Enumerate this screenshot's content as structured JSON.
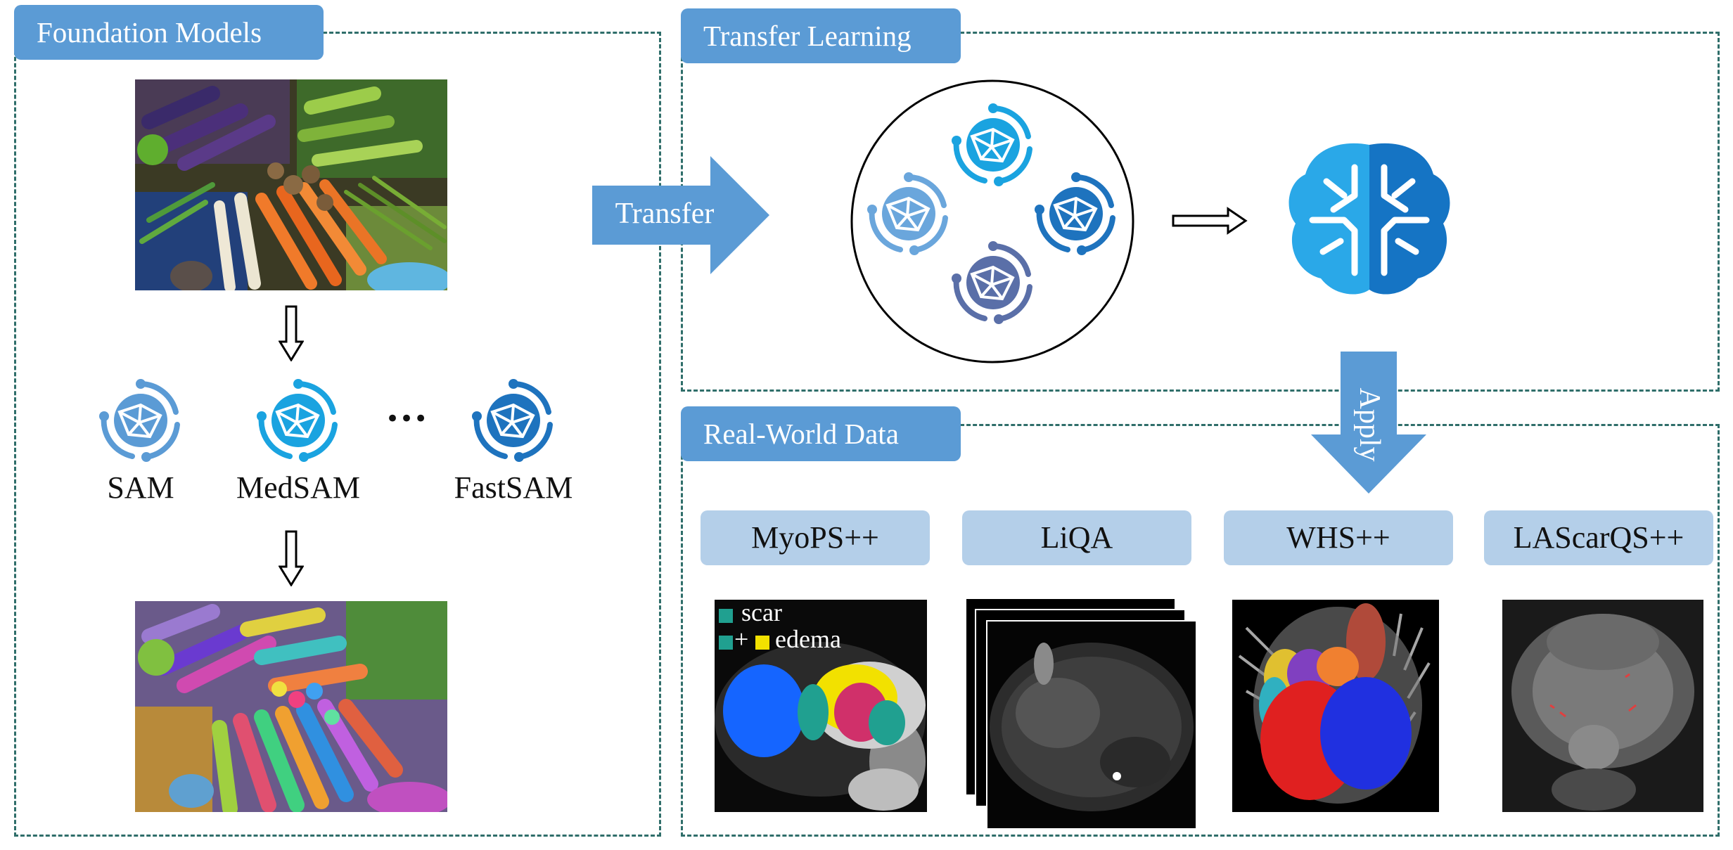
{
  "panels": {
    "foundation": {
      "title": "Foundation Models"
    },
    "transfer_learning": {
      "title": "Transfer Learning"
    },
    "real_world": {
      "title": "Real-World Data"
    }
  },
  "models": [
    {
      "label": "SAM",
      "icon": "network-globe-icon",
      "color": "#5b9bd5"
    },
    {
      "label": "MedSAM",
      "icon": "network-globe-icon",
      "color": "#1aa3e0"
    },
    {
      "label": "FastSAM",
      "icon": "network-globe-icon",
      "color": "#1e73be"
    }
  ],
  "ellipsis": "•••",
  "arrows": {
    "transfer": "Transfer",
    "apply": "Apply"
  },
  "datasets": [
    {
      "label": "MyoPS++"
    },
    {
      "label": "LiQA"
    },
    {
      "label": "WHS++"
    },
    {
      "label": "LAScarQS++"
    }
  ],
  "myops_legend": {
    "scar": "scar",
    "plus": "+",
    "edema": "edema"
  },
  "colors": {
    "panel_title": "#5b9bd5",
    "dataset_box": "#b4cfe9",
    "dashed_border": "#2f6e6a",
    "arrow": "#5b9bd5",
    "brain_light": "#2aa8e8",
    "brain_dark": "#1574c4"
  }
}
